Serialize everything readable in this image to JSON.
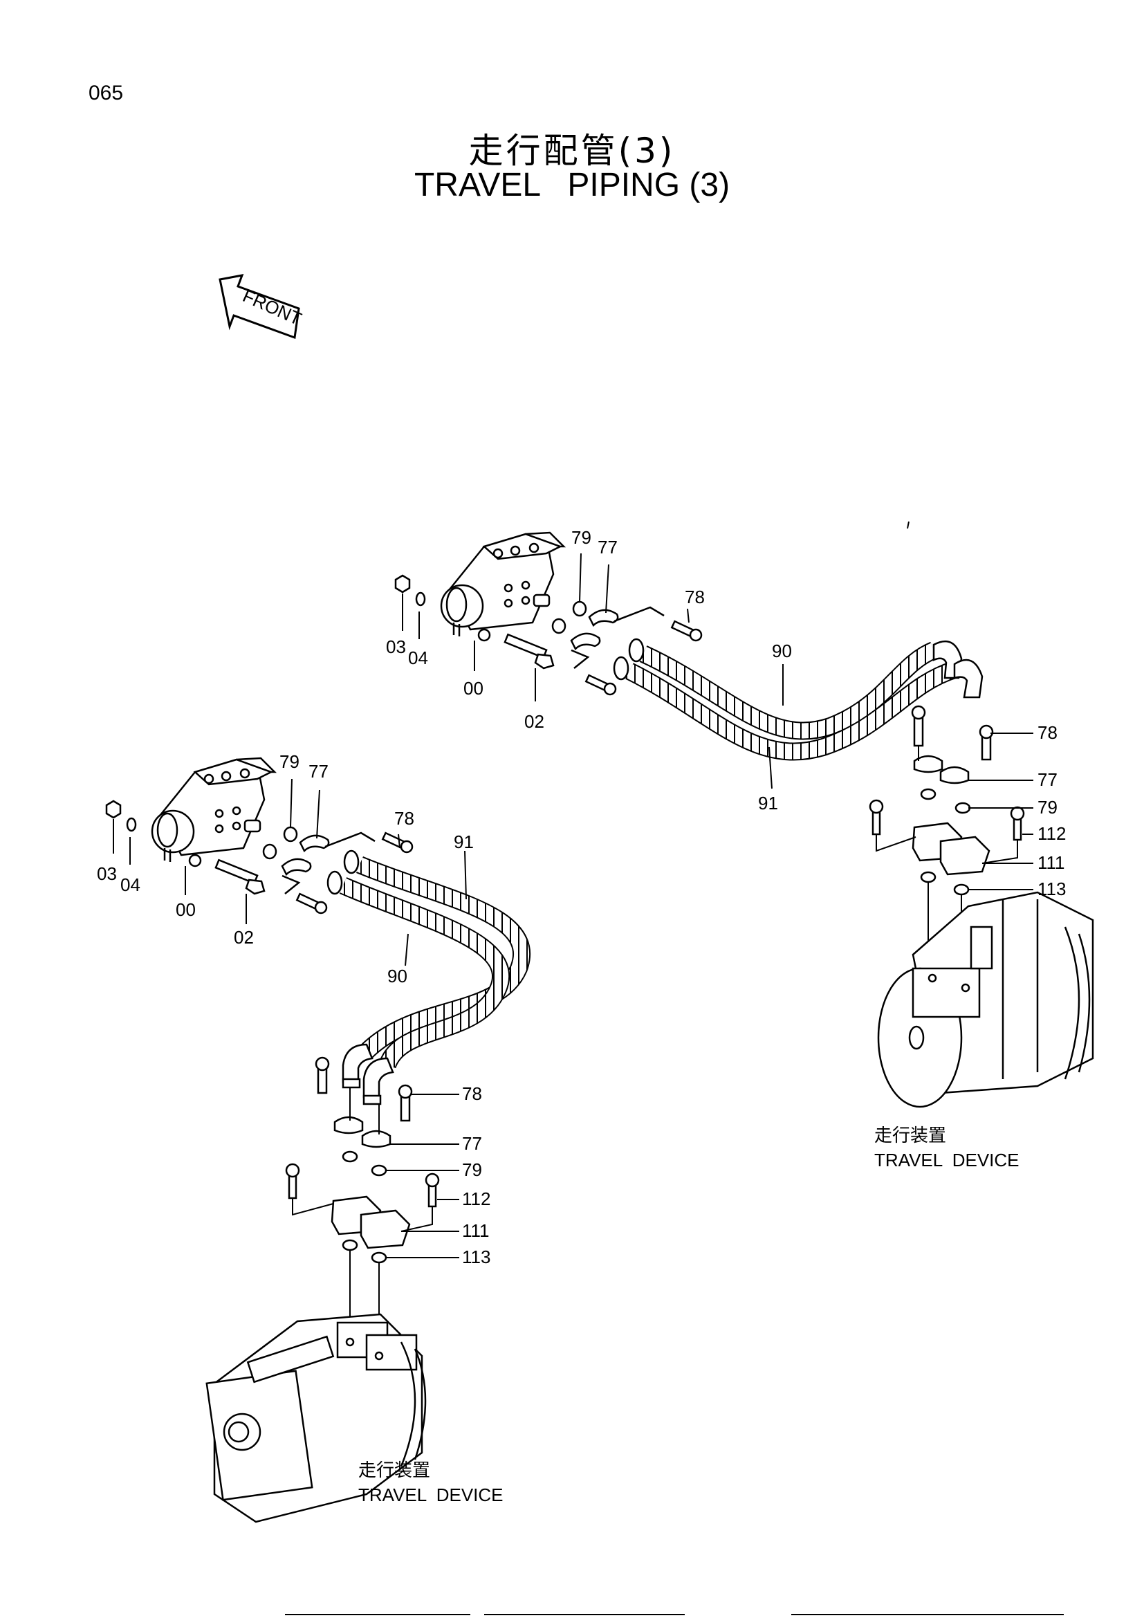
{
  "page": {
    "number": "065"
  },
  "title": {
    "cn": "走行配管(3)",
    "en": "TRAVEL   PIPING (3)"
  },
  "front_label": "FRONT",
  "device_caption": {
    "cn": "走行装置",
    "en": "TRAVEL  DEVICE"
  },
  "upper_assembly": {
    "labels": {
      "p79": "79",
      "p77": "77",
      "p78": "78",
      "p03": "03",
      "p04": "04",
      "p00": "00",
      "p02": "02",
      "p90": "90",
      "p91": "91",
      "r78": "78",
      "r77": "77",
      "r79": "79",
      "r112": "112",
      "r111": "111",
      "r113": "113"
    }
  },
  "lower_assembly": {
    "labels": {
      "p79": "79",
      "p77": "77",
      "p78": "78",
      "p03": "03",
      "p04": "04",
      "p00": "00",
      "p02": "02",
      "p91": "91",
      "p90": "90",
      "r78": "78",
      "r77": "77",
      "r79": "79",
      "r112": "112",
      "r111": "111",
      "r113": "113"
    }
  }
}
